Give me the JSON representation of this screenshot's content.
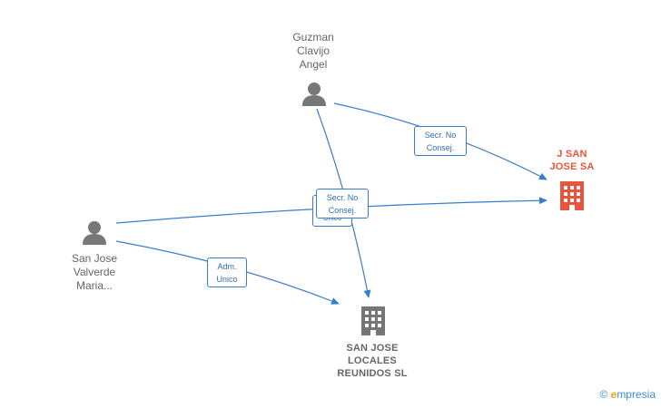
{
  "colors": {
    "edge": "#3a7ccc",
    "person_icon": "#777777",
    "company_main": "#e8553a",
    "company_other": "#777777",
    "label_gray": "#666666"
  },
  "people": {
    "guzman": {
      "line1": "Guzman",
      "line2": "Clavijo",
      "line3": "Angel",
      "icon": "person-icon"
    },
    "sanjose": {
      "line1": "San Jose",
      "line2": "Valverde",
      "line3": "Maria...",
      "icon": "person-icon"
    }
  },
  "companies": {
    "jsan": {
      "line1": "J SAN",
      "line2": "JOSE SA",
      "icon": "building-icon"
    },
    "locales": {
      "line1": "SAN JOSE",
      "line2": "LOCALES",
      "line3": "REUNIDOS SL",
      "icon": "building-icon"
    }
  },
  "edges": {
    "guzman_jsan": {
      "line1": "Secr.  No",
      "line2": "Consej."
    },
    "sanjose_jsan": {
      "line1": "Secr.  No",
      "line2": "Consej."
    },
    "sanjose_jsan_under": {
      "line1": "Unico"
    },
    "sanjose_locales": {
      "line1": "Adm.",
      "line2": "Unico"
    }
  },
  "watermark": {
    "copyright": "©",
    "brand_initial": "e",
    "brand_rest": "mpresia"
  }
}
